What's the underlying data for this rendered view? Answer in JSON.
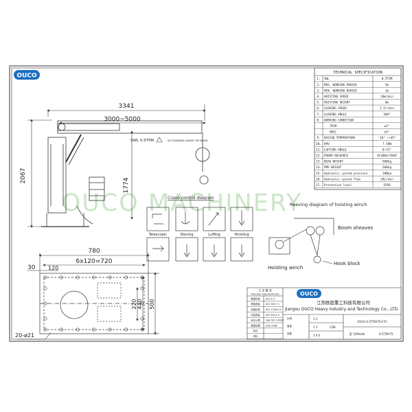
{
  "logo": {
    "text": "OUCO"
  },
  "watermark": "OUCO MACHINERY",
  "dimensions": {
    "overall_length": "3341",
    "working_range": "3000~5000",
    "height": "2067",
    "jib_height": "1774",
    "base_width": "780",
    "bolt_pitch": "6x120=720",
    "edge_left": "30",
    "edge_first": "120",
    "side_a": "220",
    "side_b": "440",
    "side_c": "500",
    "holes": "20-ø21"
  },
  "boom_label": "SWL 0.5T5M",
  "boom_warning": "NO STANDING UNDER THE BOOM",
  "spec": {
    "title": "TECHNICAL SPECIFICATION",
    "rows": [
      {
        "no": "1.",
        "item": "SWL",
        "value": "0.5T5M"
      },
      {
        "no": "2.",
        "item": "MAX. WORKING RADIUS",
        "value": "5m"
      },
      {
        "no": "3.",
        "item": "MIN. WORKING RADIUS",
        "value": "1m"
      },
      {
        "no": "4.",
        "item": "HOISTING SPEED",
        "value": "10m/min"
      },
      {
        "no": "5.",
        "item": "HOISTING HEIGHT",
        "value": "8m"
      },
      {
        "no": "6.",
        "item": "SLEWING SPEED",
        "value": "1.5r/min"
      },
      {
        "no": "7.",
        "item": "SLEWING ANGLE",
        "value": "360°"
      },
      {
        "no": "8.",
        "item": "WORKING CONDITION",
        "value": ""
      },
      {
        "no": "",
        "item": "TRIM",
        "value": "≤2°"
      },
      {
        "no": "",
        "item": "HEEL",
        "value": "≤5°"
      },
      {
        "no": "9.",
        "item": "DESIGN TEMPERATURE",
        "value": "-10° ~+45°"
      },
      {
        "no": "10.",
        "item": "HPU",
        "value": "7.5KW"
      },
      {
        "no": "11.",
        "item": "LUFFING ANGLE",
        "value": "0~75°"
      },
      {
        "no": "12.",
        "item": "POWER RESOURCE",
        "value": "AC380V/50HZ"
      },
      {
        "no": "13.",
        "item": "DEAD WEIGHT",
        "value": "580kg"
      },
      {
        "no": "14.",
        "item": "PMU WEIGHT",
        "value": "200kg"
      },
      {
        "no": "15.",
        "item": "Hydraulic system pressure",
        "value": "18Mpa"
      },
      {
        "no": "16.",
        "item": "Hydraulic system flow",
        "value": "28L/min"
      },
      {
        "no": "17.",
        "item": "Protection level",
        "value": "IP56"
      }
    ]
  },
  "control": {
    "title": "Crane control diagram",
    "labels": [
      "Telescopic",
      "Sleving",
      "Luffing",
      "Hoisting"
    ]
  },
  "reeving": {
    "title": "Reeving diagram of hoisting winch",
    "boom_sheaves": "Boom sheaves",
    "hoisting_winch": "Hoisting winch",
    "hook_block": "Hook block"
  },
  "title_block": {
    "process_cn": "工 艺 要 求",
    "process_en": "Process requirements",
    "company_cn": "江苏欧超重工科技有限公司",
    "company_en": "Jiangsu OUCO Heavy Industry and Technology Co., LTD.",
    "reqs": [
      {
        "label": "焦接标准",
        "value": "ISO 3.5"
      },
      {
        "label": "焊接质量",
        "value": "ISO 5817 C"
      },
      {
        "label": "涂装标准",
        "value": "ISO 12944 A"
      },
      {
        "label": "切割质量",
        "value": "ISO 9013 A"
      },
      {
        "label": "未注公差",
        "value": "GB/ ISO 13920"
      },
      {
        "label": "表面处理",
        "value": "SA2.5/SB"
      },
      {
        "label": "标识",
        "value": ""
      },
      {
        "label": "材料",
        "value": ""
      }
    ],
    "scale_label": "比例",
    "scale": "1:1",
    "weight_label": "重量",
    "sheet_label": "张数",
    "cad": "CDB",
    "count_a": "1 3",
    "count_b": "1 0 0",
    "drawing_no": "OUCO-0.5T5M-TS-F2Y",
    "model_label": "型 号/Model",
    "model": "0.5T5M-TS"
  }
}
